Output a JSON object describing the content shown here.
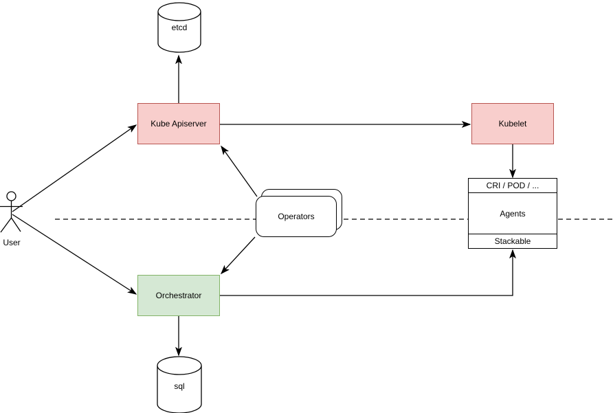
{
  "diagram": {
    "nodes": {
      "etcd": {
        "label": "etcd",
        "type": "database-cylinder"
      },
      "kube_apiserver": {
        "label": "Kube Apiserver",
        "type": "process-box"
      },
      "kubelet": {
        "label": "Kubelet",
        "type": "process-box"
      },
      "operators": {
        "label": "Operators",
        "type": "stacked-rounded-box"
      },
      "orchestrator": {
        "label": "Orchestrator",
        "type": "process-box"
      },
      "sql": {
        "label": "sql",
        "type": "database-cylinder"
      },
      "user": {
        "label": "User",
        "type": "actor"
      },
      "agents": {
        "header": "CRI / POD / ...",
        "body": "Agents",
        "footer": "Stackable",
        "type": "layered-box"
      }
    },
    "edges": [
      {
        "from": "user",
        "to": "kube_apiserver",
        "style": "solid-arrow"
      },
      {
        "from": "user",
        "to": "orchestrator",
        "style": "solid-arrow"
      },
      {
        "from": "kube_apiserver",
        "to": "etcd",
        "style": "solid-arrow"
      },
      {
        "from": "kube_apiserver",
        "to": "kubelet",
        "style": "solid-arrow"
      },
      {
        "from": "operators",
        "to": "kube_apiserver",
        "style": "solid-arrow"
      },
      {
        "from": "operators",
        "to": "orchestrator",
        "style": "solid-arrow"
      },
      {
        "from": "kubelet",
        "to": "agents",
        "style": "solid-arrow"
      },
      {
        "from": "orchestrator",
        "to": "agents",
        "style": "solid-arrow-orthogonal"
      },
      {
        "from": "orchestrator",
        "to": "sql",
        "style": "solid-arrow"
      },
      {
        "from": "left",
        "to": "right",
        "style": "dashed-separator-line"
      }
    ],
    "colors": {
      "red_fill": "#f8cecc",
      "red_stroke": "#b85450",
      "green_fill": "#d5e8d4",
      "green_stroke": "#82b366",
      "neutral_stroke": "#000000",
      "background": "#ffffff"
    }
  }
}
